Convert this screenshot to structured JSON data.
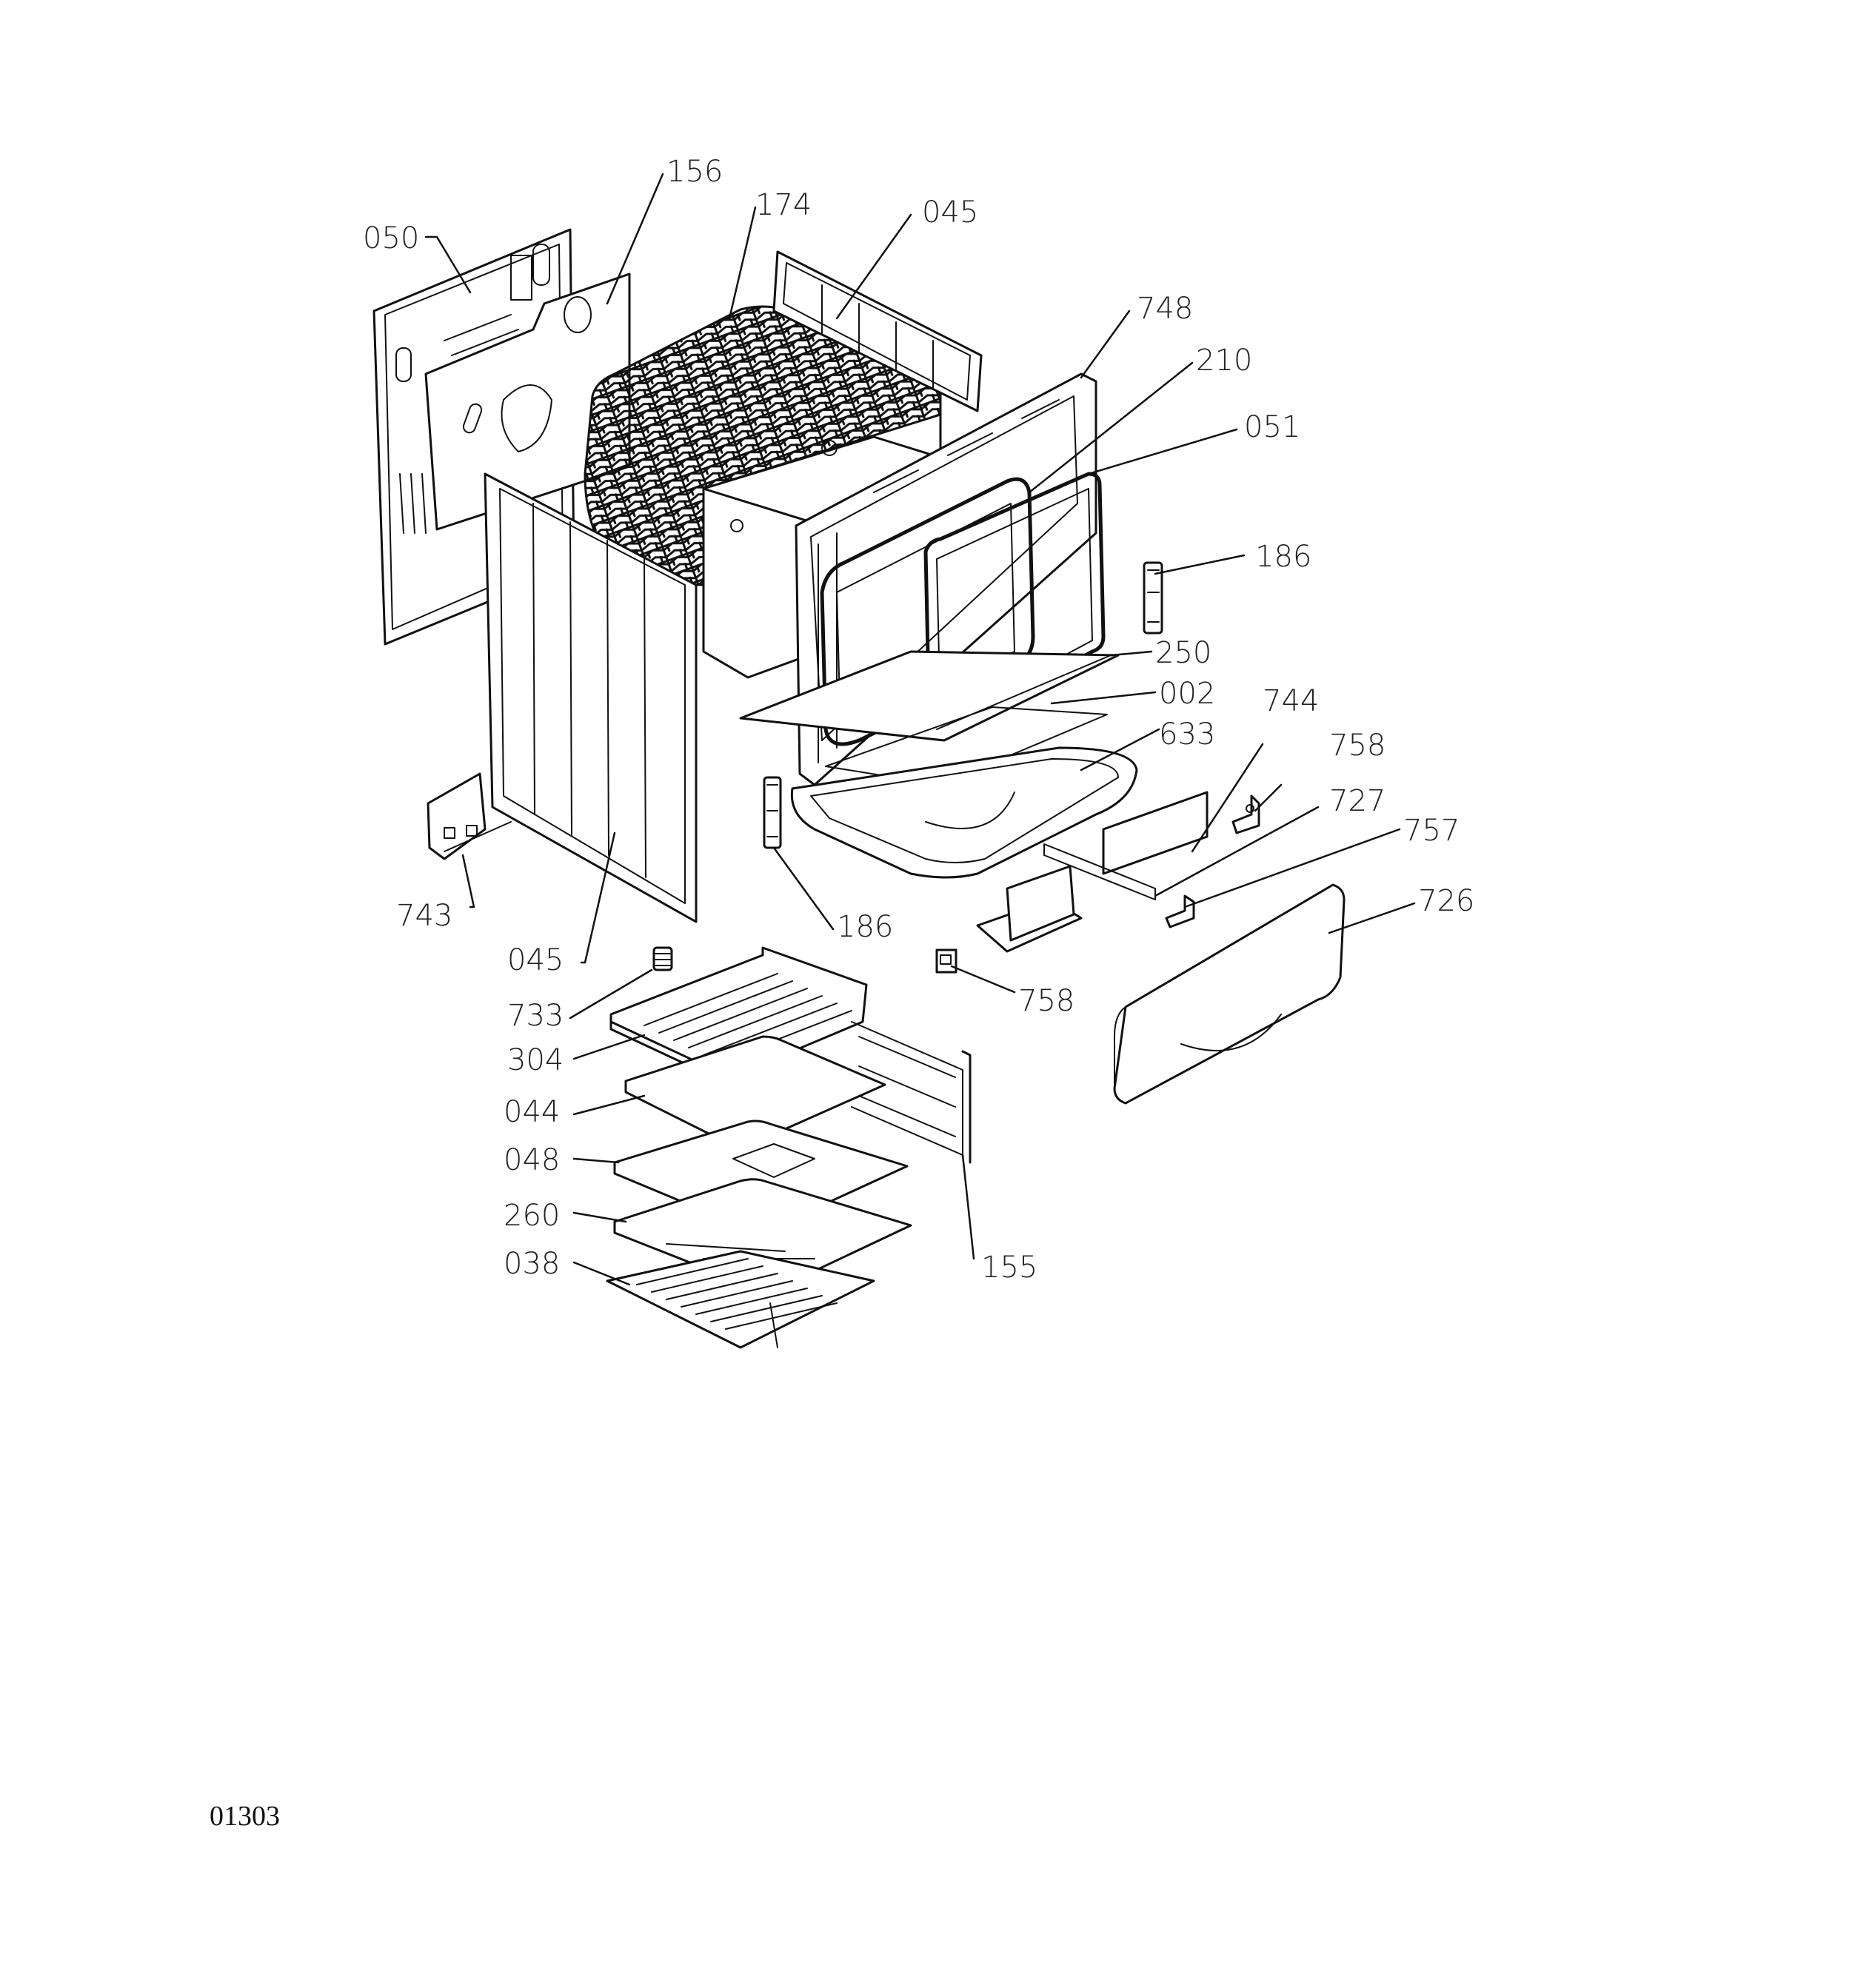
{
  "callouts": {
    "c156": "156",
    "c174": "174",
    "c045_top": "045",
    "c050": "050",
    "c748": "748",
    "c210": "210",
    "c051": "051",
    "c186_right": "186",
    "c250": "250",
    "c002": "002",
    "c744": "744",
    "c633": "633",
    "c758_top": "758",
    "c727": "727",
    "c757": "757",
    "c726": "726",
    "c743": "743",
    "c186_left": "186",
    "c045_left": "045",
    "c733": "733",
    "c758_bottom": "758",
    "c304": "304",
    "c044": "044",
    "c048": "048",
    "c260": "260",
    "c038": "038",
    "c155": "155"
  },
  "drawing_code": "01303"
}
